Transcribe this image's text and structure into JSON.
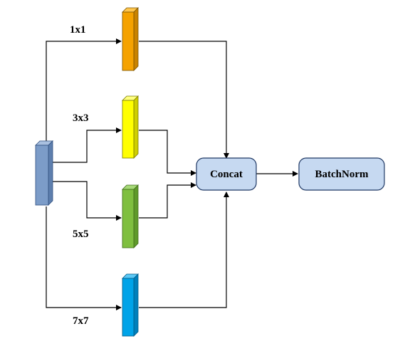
{
  "diagram": {
    "branches": [
      {
        "label": "1x1",
        "color_front": "#F5A200",
        "color_side": "#C98300",
        "color_top": "#FFC64D"
      },
      {
        "label": "3x3",
        "color_front": "#FFFF00",
        "color_side": "#CFCF00",
        "color_top": "#FFFF80"
      },
      {
        "label": "5x5",
        "color_front": "#7FBF3F",
        "color_side": "#5F9A2A",
        "color_top": "#A6D977"
      },
      {
        "label": "7x7",
        "color_front": "#00A3E8",
        "color_side": "#0080BC",
        "color_top": "#5CC8F5"
      }
    ],
    "input_block": {
      "color_front": "#7C9CC8",
      "color_side": "#5E7FAE",
      "color_top": "#A9C0E0"
    },
    "concat_label": "Concat",
    "batchnorm_label": "BatchNorm",
    "node_fill": "#C6D9F1",
    "node_stroke": "#1F3864"
  }
}
